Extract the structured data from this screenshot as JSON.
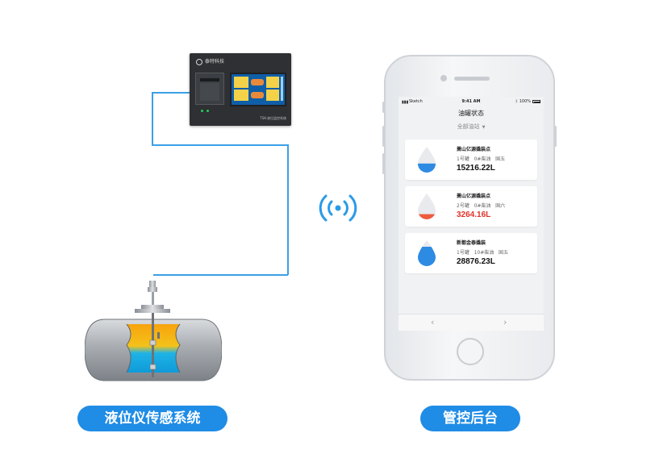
{
  "console": {
    "brand": "泰特科技",
    "model": "TSK-液位监控系统"
  },
  "labels": {
    "sensor_system": "液位仪传感系统",
    "management": "管控后台"
  },
  "phone": {
    "status": {
      "carrier": "Sketch",
      "time": "9:41 AM",
      "battery": "100%"
    },
    "title": "油罐状态",
    "filter": "全部油站",
    "cards": [
      {
        "station": "萧山亿源撬装点",
        "tank": "1号罐",
        "fuel": "0#柴油",
        "grade": "国五",
        "volume": "15216.22L",
        "alert": false,
        "fill": 0.35,
        "color": "#2d8be3"
      },
      {
        "station": "萧山亿源撬装点",
        "tank": "2号罐",
        "fuel": "0#柴油",
        "grade": "国六",
        "volume": "3264.16L",
        "alert": true,
        "fill": 0.2,
        "color": "#ee5a3c"
      },
      {
        "station": "新都金泰撬装",
        "tank": "1号罐",
        "fuel": "10#柴油",
        "grade": "国五",
        "volume": "28876.23L",
        "alert": false,
        "fill": 0.75,
        "color": "#2d8be3"
      }
    ]
  },
  "colors": {
    "accent": "#1f8ce6",
    "wire": "#3aa0e6",
    "alert": "#e2312a",
    "liquid_top": "#f5a20e",
    "liquid_bottom": "#16a9e6"
  }
}
